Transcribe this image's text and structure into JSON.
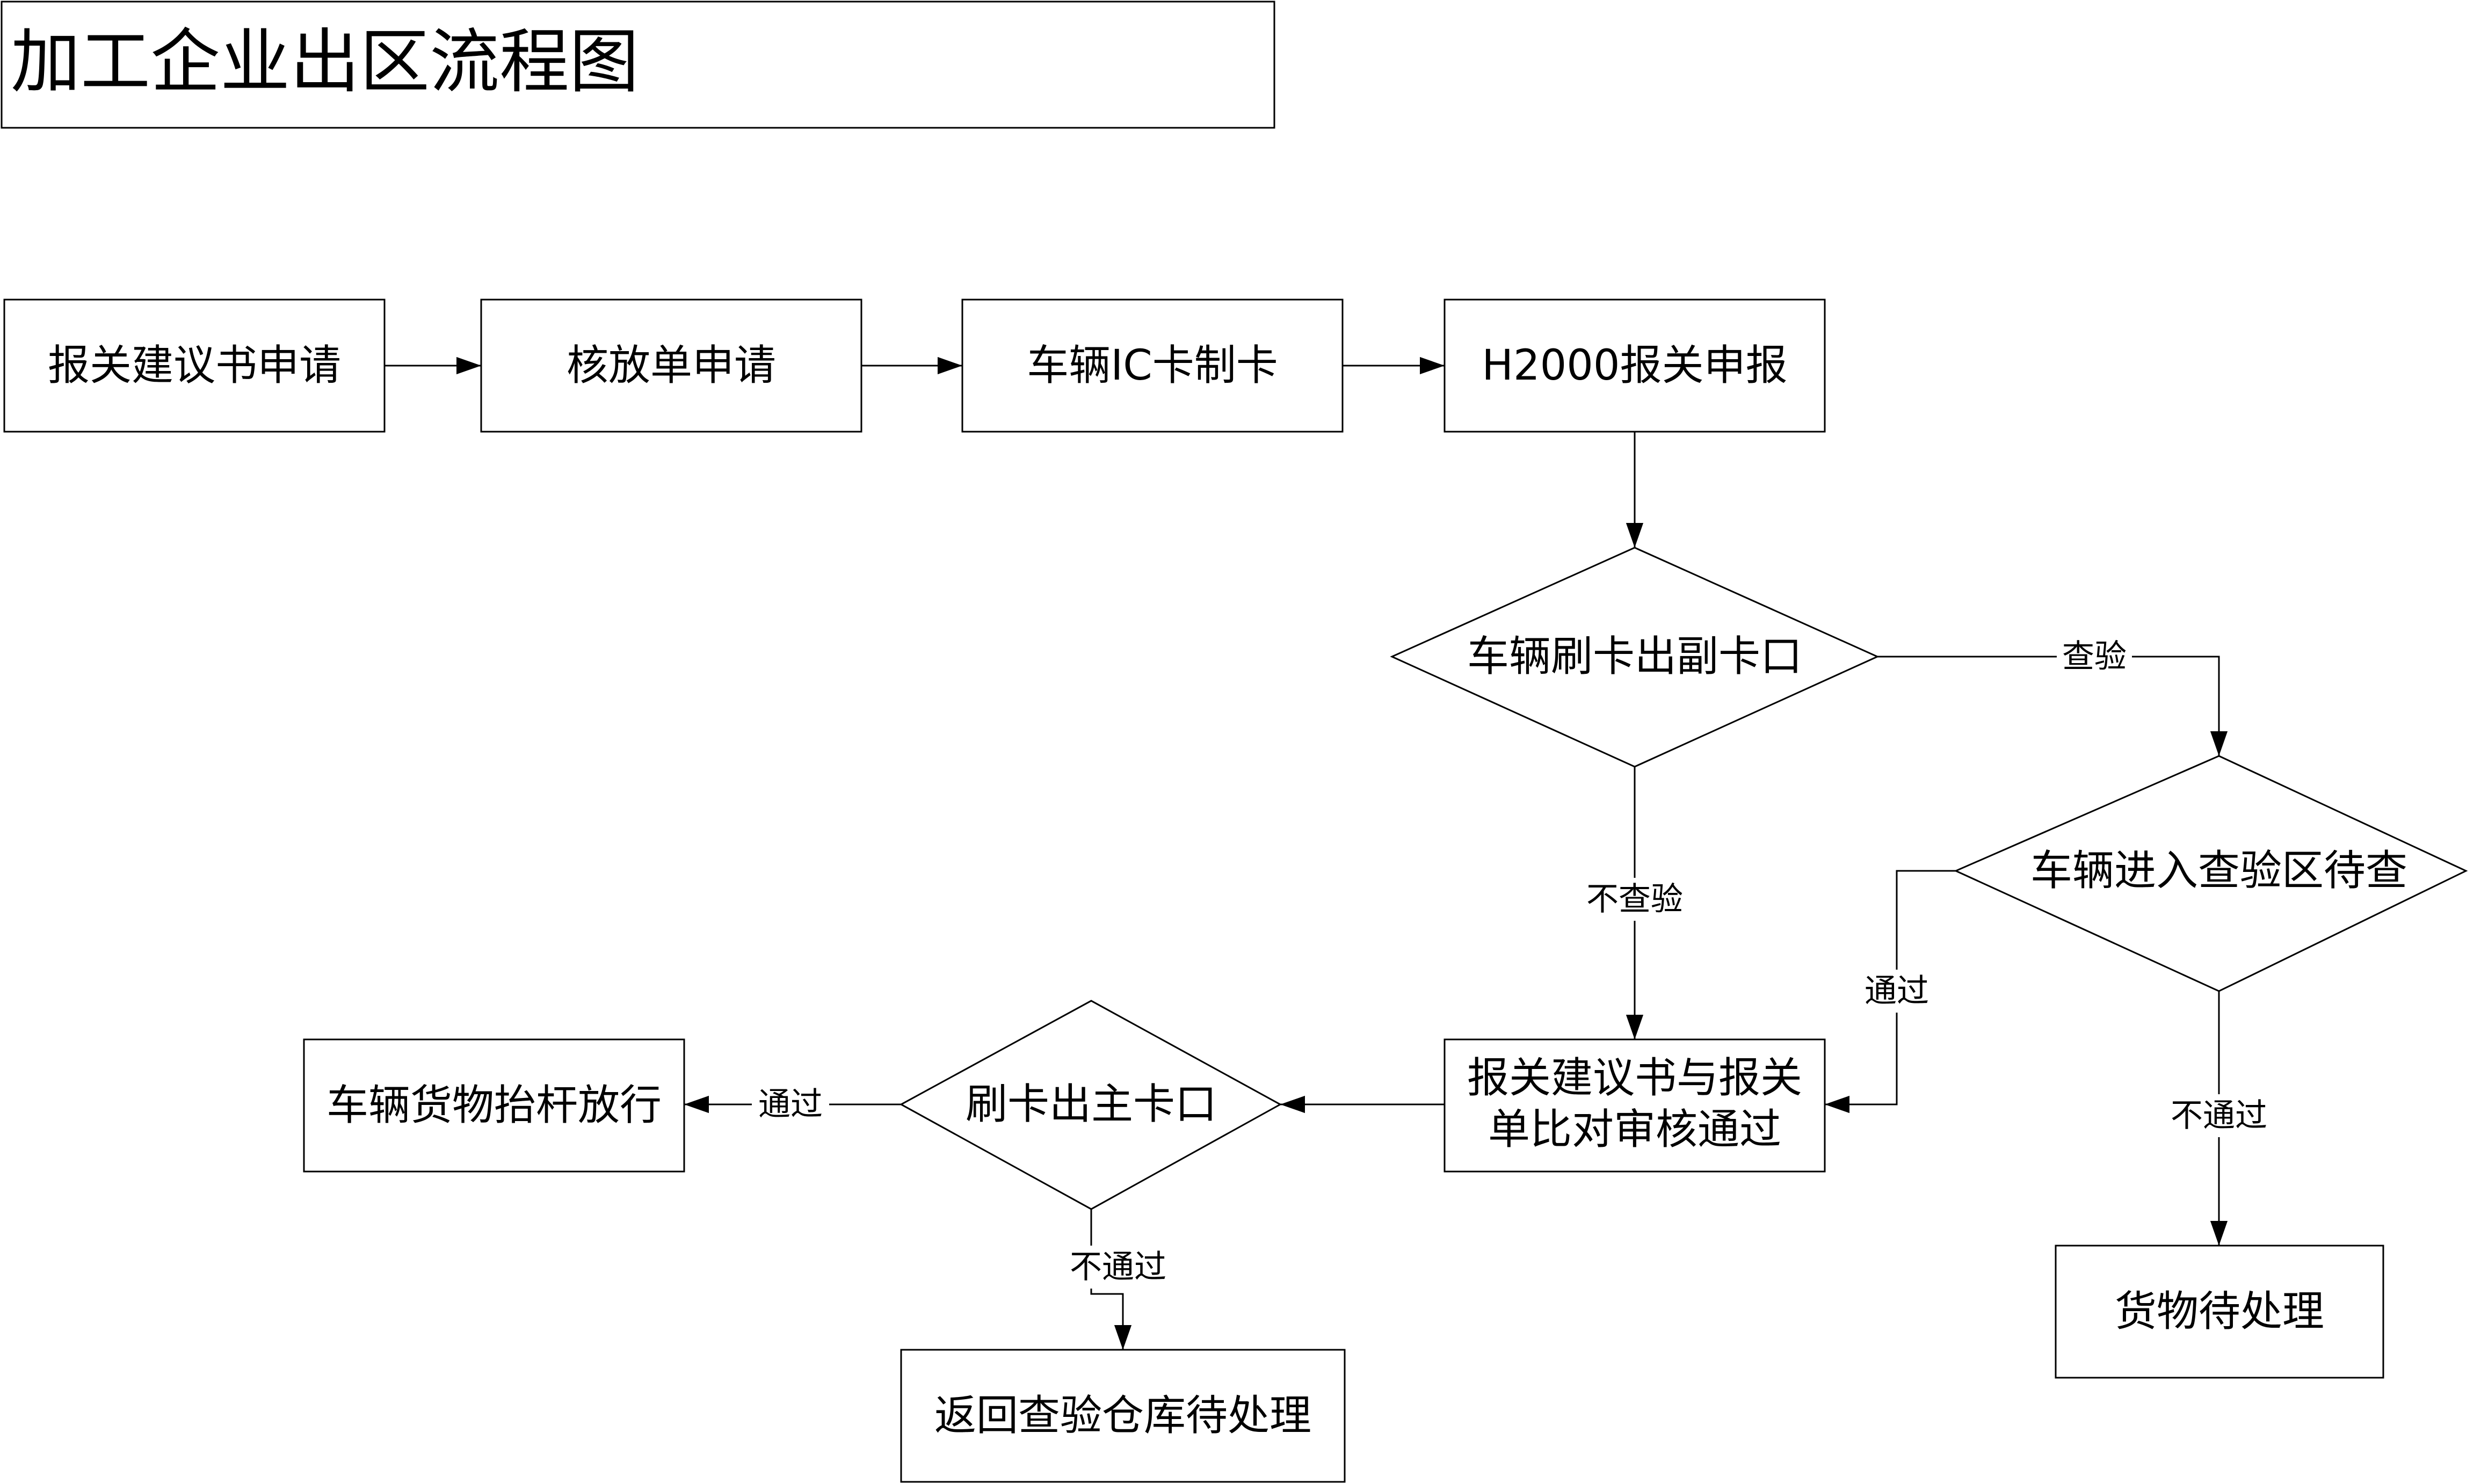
{
  "title": "加工企业出区流程图",
  "nodes": {
    "n1": "报关建议书申请",
    "n2": "核放单申请",
    "n3": "车辆IC卡制卡",
    "n4": "H2000报关申报",
    "d1": "车辆刷卡出副卡口",
    "d2": "车辆进入查验区待查",
    "n5_line1": "报关建议书与报关",
    "n5_line2": "单比对审核通过",
    "d3": "刷卡出主卡口",
    "n6": "车辆货物抬杆放行",
    "n7": "返回查验仓库待处理",
    "n8": "货物待处理"
  },
  "edge_labels": {
    "inspect": "查验",
    "no_inspect": "不查验",
    "pass_review": "通过",
    "fail_review": "不通过",
    "pass_exit": "通过",
    "fail_exit": "不通过"
  },
  "colors": {
    "stroke": "#000000",
    "background": "#ffffff"
  }
}
